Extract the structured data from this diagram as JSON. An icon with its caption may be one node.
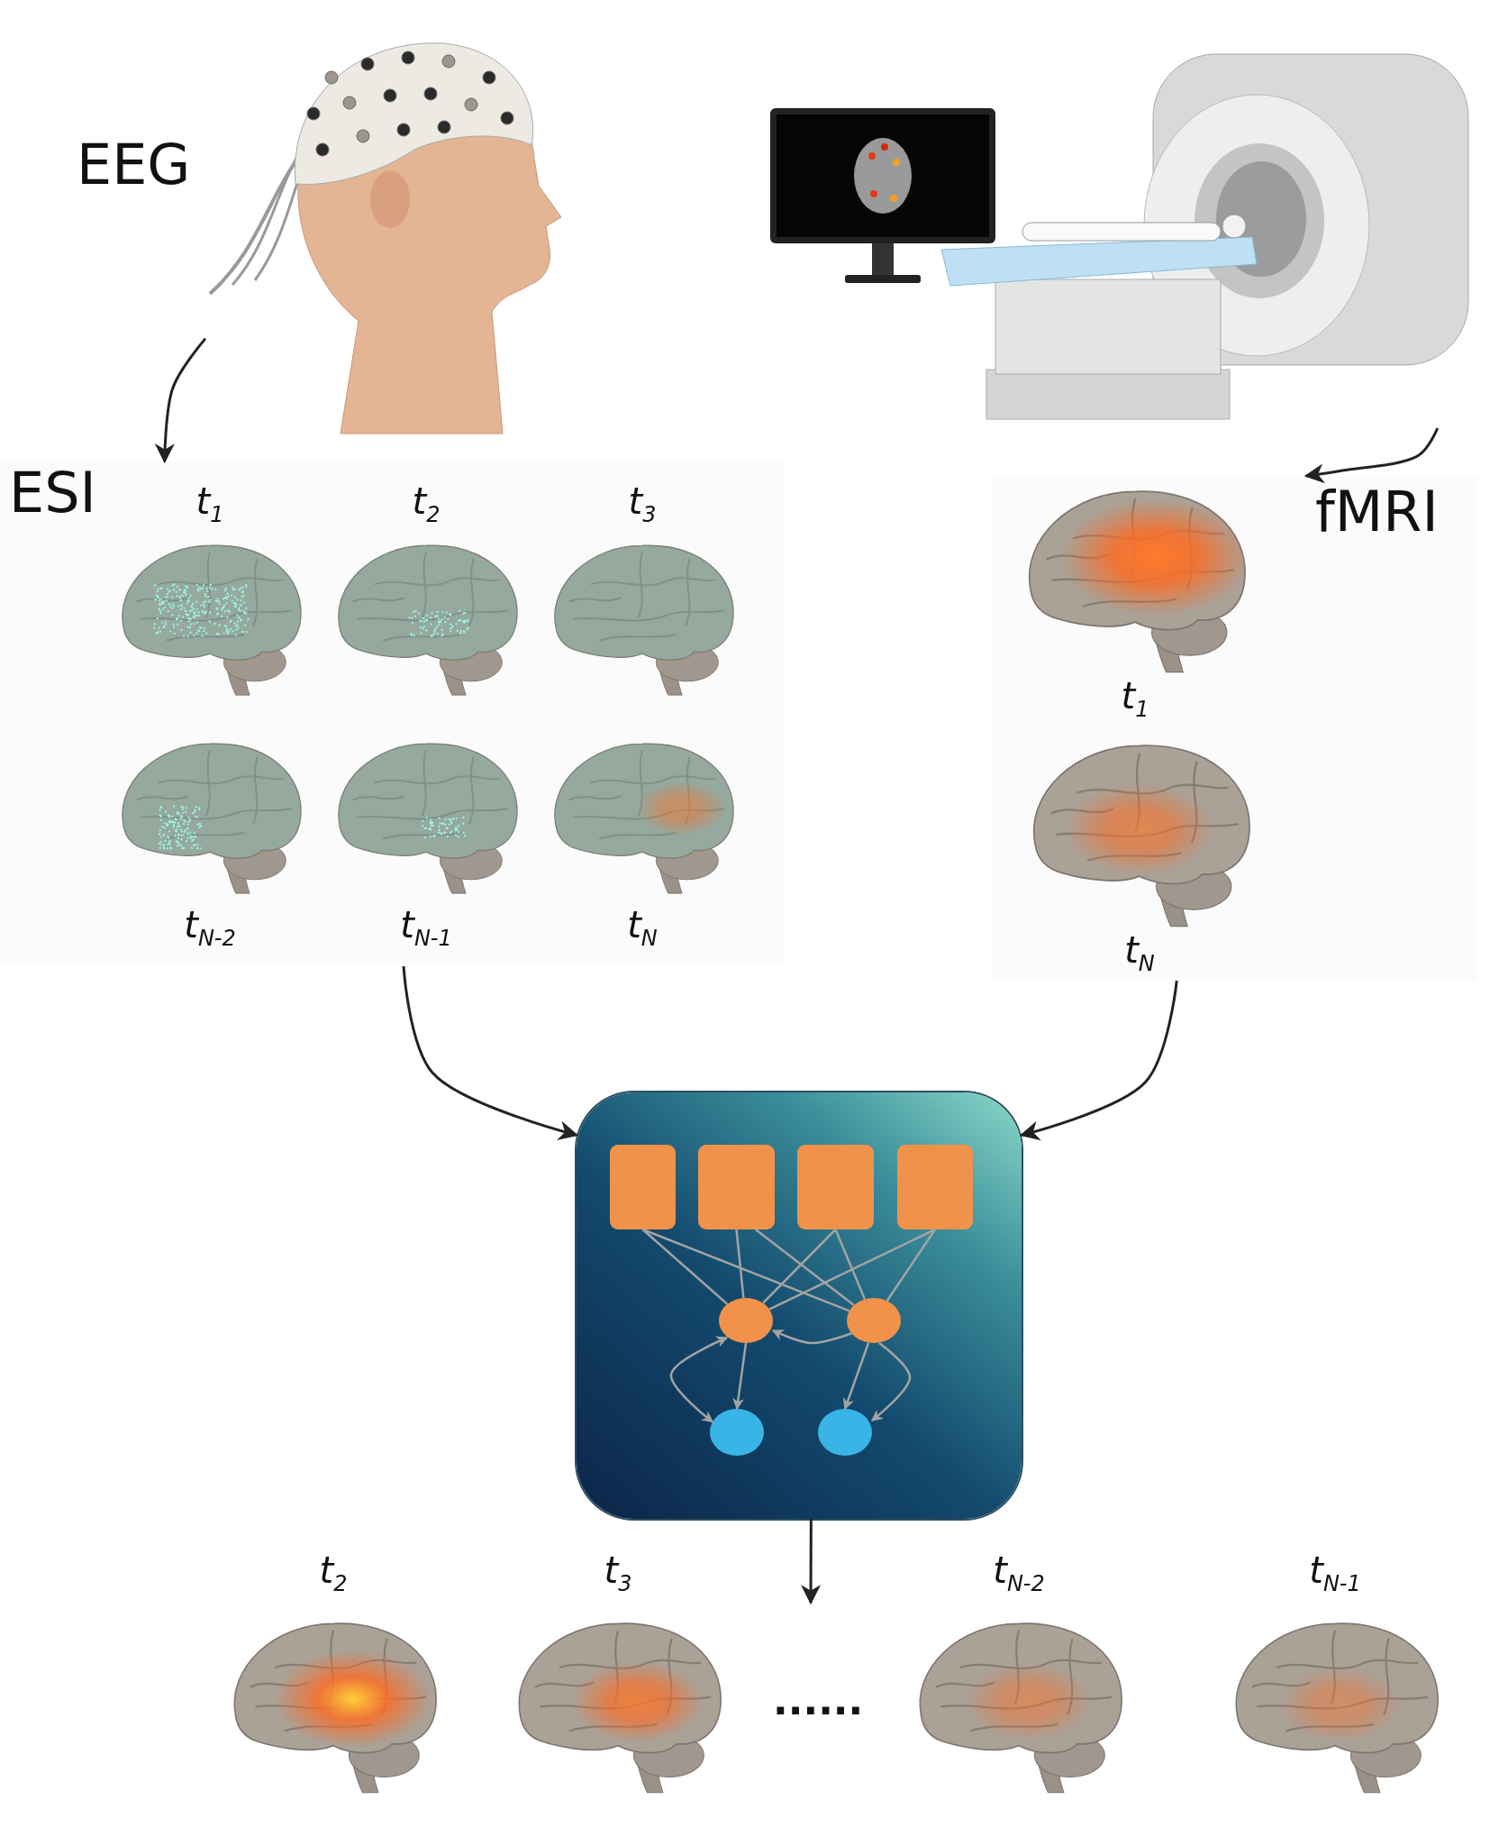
{
  "diagram": {
    "nodes": [
      {
        "text": [],
        "shape": "picture",
        "beside": [
          "EEG"
        ]
      },
      {
        "text": [
          "ESI"
        ]
      },
      {
        "text": [
          "t$_{1}$"
        ],
        "in": 1
      },
      {
        "text": [
          "t$_{2}$"
        ],
        "in": 1
      },
      {
        "text": [
          "t$_{3}$"
        ],
        "in": 1
      },
      {
        "text": [
          "t$_{N-2}$"
        ],
        "in": 1
      },
      {
        "text": [
          "t$_{N-1}$"
        ],
        "in": 1
      },
      {
        "text": [
          "t$_{N}$"
        ],
        "in": 1
      },
      {
        "text": [],
        "shape": "picture"
      },
      {
        "text": [
          "fMRI"
        ]
      },
      {
        "text": [
          "t$_{1}$"
        ],
        "in": 9
      },
      {
        "text": [
          "t$_{N}$"
        ],
        "in": 9
      },
      {
        "text": [],
        "shape": "box"
      },
      {
        "text": [],
        "shape": "box",
        "in": 12
      },
      {
        "text": [],
        "shape": "box",
        "in": 12
      },
      {
        "text": [],
        "shape": "box",
        "in": 12
      },
      {
        "text": [],
        "shape": "box",
        "in": 12
      },
      {
        "text": [],
        "shape": "circle",
        "in": 12
      },
      {
        "text": [],
        "shape": "circle",
        "in": 12
      },
      {
        "text": [],
        "shape": "circle",
        "in": 12
      },
      {
        "text": [],
        "shape": "circle",
        "in": 12
      },
      {
        "text": [
          "t$_{2}$"
        ]
      },
      {
        "text": [
          "t$_{3}$"
        ]
      },
      {
        "text": [
          "t$_{N-2}$"
        ]
      },
      {
        "text": [
          "t$_{N-1}$"
        ]
      }
    ],
    "edges": [
      {
        "from": 0,
        "to": 1,
        "arrow": "to",
        "color": "#222222"
      },
      {
        "from": 8,
        "to": 9,
        "arrow": "to",
        "color": "#222222"
      },
      {
        "from": 1,
        "to": 12,
        "arrow": "to",
        "color": "#222222"
      },
      {
        "from": 9,
        "to": 12,
        "arrow": "to",
        "color": "#222222"
      },
      {
        "from": 12,
        "to": null,
        "arrow": "to",
        "color": "#222222"
      },
      {
        "from": 13,
        "to": 17,
        "arrow": "none"
      },
      {
        "from": 13,
        "to": 18,
        "arrow": "none"
      },
      {
        "from": 14,
        "to": 17,
        "arrow": "none"
      },
      {
        "from": 14,
        "to": 18,
        "arrow": "none"
      },
      {
        "from": 15,
        "to": 17,
        "arrow": "none"
      },
      {
        "from": 15,
        "to": 18,
        "arrow": "none"
      },
      {
        "from": 16,
        "to": 17,
        "arrow": "none"
      },
      {
        "from": 16,
        "to": 18,
        "arrow": "none"
      },
      {
        "from": 18,
        "to": 17,
        "arrow": "to"
      },
      {
        "from": 17,
        "to": 19,
        "arrow": "to"
      },
      {
        "from": 18,
        "to": 20,
        "arrow": "to"
      },
      {
        "from": 17,
        "to": 19,
        "arrow": "both"
      },
      {
        "from": 18,
        "to": 20,
        "arrow": "to"
      }
    ],
    "labels": [
      "......"
    ]
  }
}
